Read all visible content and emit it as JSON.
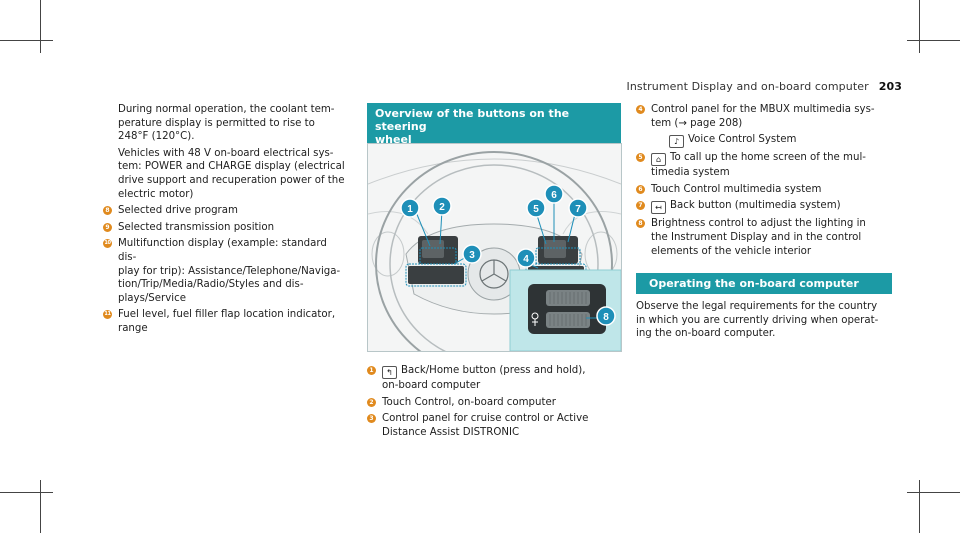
{
  "header": {
    "title": "Instrument Display and on-board computer",
    "page_number": "203"
  },
  "left_column": {
    "intro": "During normal operation, the coolant tem-perature display is permitted to rise to 248°F (120°C).",
    "intro_lines": [
      "During normal operation, the coolant tem-",
      "perature display is permitted to rise to",
      "248°F (120°C)."
    ],
    "para2_lines": [
      "Vehicles with 48 V on-board electrical sys-",
      "tem: POWER and CHARGE display (electrical",
      "drive support and recuperation power of the",
      "electric motor)"
    ],
    "items": [
      {
        "num": "8",
        "lines": [
          "Selected drive program"
        ]
      },
      {
        "num": "9",
        "lines": [
          "Selected transmission position"
        ]
      },
      {
        "num": "10",
        "lines": [
          "Multifunction display (example: standard dis-",
          "play for trip): Assistance/Telephone/Naviga-",
          "tion/Trip/Media/Radio/Styles and dis-",
          "plays/Service"
        ]
      },
      {
        "num": "11",
        "lines": [
          "Fuel level, fuel filler flap location indicator,",
          "range"
        ]
      }
    ]
  },
  "middle_column": {
    "section_title_lines": [
      "Overview of the buttons on the steering",
      "wheel"
    ],
    "figure": {
      "callouts": [
        "1",
        "2",
        "3",
        "4",
        "5",
        "6",
        "7",
        "8"
      ],
      "icon": "touch-control-icon"
    },
    "items": [
      {
        "num": "1",
        "icon": "back-home-icon",
        "lines": [
          "Back/Home button (press and hold),",
          "on-board computer"
        ]
      },
      {
        "num": "2",
        "lines": [
          "Touch Control, on-board computer"
        ]
      },
      {
        "num": "3",
        "lines": [
          "Control panel for cruise control or Active",
          "Distance Assist DISTRONIC"
        ]
      }
    ]
  },
  "right_column": {
    "items": [
      {
        "num": "4",
        "lines": [
          "Control panel for the MBUX multimedia sys-",
          "tem (→ page 208)"
        ]
      },
      {
        "num": "",
        "icon": "voice-control-icon",
        "lines": [
          "Voice Control System"
        ]
      },
      {
        "num": "5",
        "icon": "home-icon",
        "lines": [
          "To call up the home screen of the mul-",
          "timedia system"
        ]
      },
      {
        "num": "6",
        "lines": [
          "Touch Control multimedia system"
        ]
      },
      {
        "num": "7",
        "icon": "back-icon",
        "lines": [
          "Back button (multimedia system)"
        ]
      },
      {
        "num": "8",
        "lines": [
          "Brightness control to adjust the lighting in",
          "the Instrument Display and in the control",
          "elements of the vehicle interior"
        ]
      }
    ],
    "section_title": "Operating the on-board computer",
    "para_lines": [
      "Observe the legal requirements for the country",
      "in which you are currently driving when operat-",
      "ing the on-board computer."
    ]
  },
  "colors": {
    "accent": "#1c9aa5",
    "callout": "#1e8fb8",
    "bullet": "#e08a1e"
  }
}
